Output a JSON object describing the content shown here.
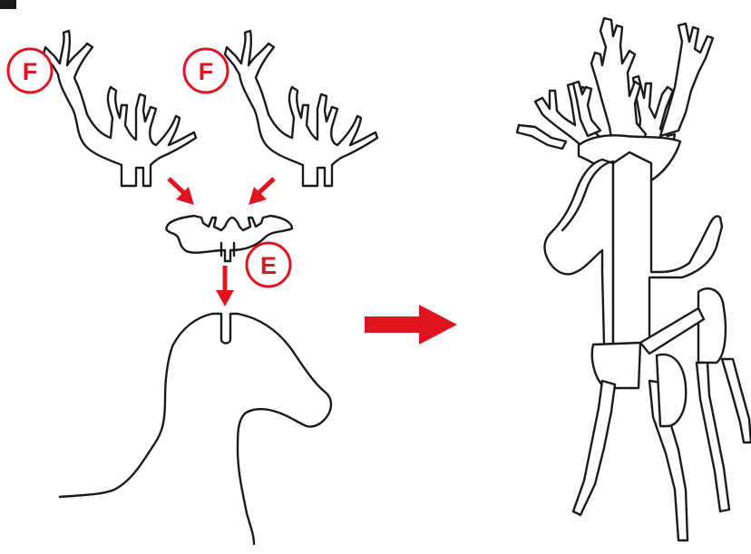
{
  "diagram": {
    "parts": [
      {
        "id": "antler-left",
        "label": "F"
      },
      {
        "id": "antler-right",
        "label": "F"
      },
      {
        "id": "antler-base",
        "label": "E"
      }
    ],
    "colors": {
      "accent": "#e0141e",
      "outline": "#1a1a1a",
      "background": "#ffffff"
    }
  }
}
